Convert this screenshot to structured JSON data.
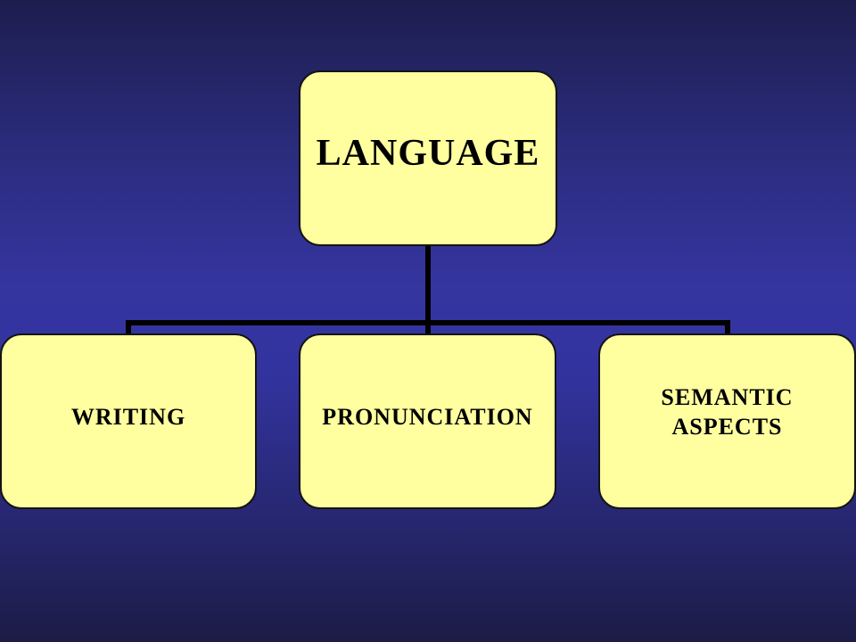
{
  "diagram": {
    "root": {
      "label": "LANGUAGE"
    },
    "children": [
      {
        "label": "WRITING"
      },
      {
        "label": "PRONUNCIATION"
      },
      {
        "label": "SEMANTIC ASPECTS"
      }
    ]
  },
  "colors": {
    "node_fill": "#ffffa0",
    "node_border": "#141414",
    "connector": "#000000",
    "background_top": "#1d1d4e",
    "background_middle": "#3535a0",
    "background_bottom": "#1c1c46"
  }
}
